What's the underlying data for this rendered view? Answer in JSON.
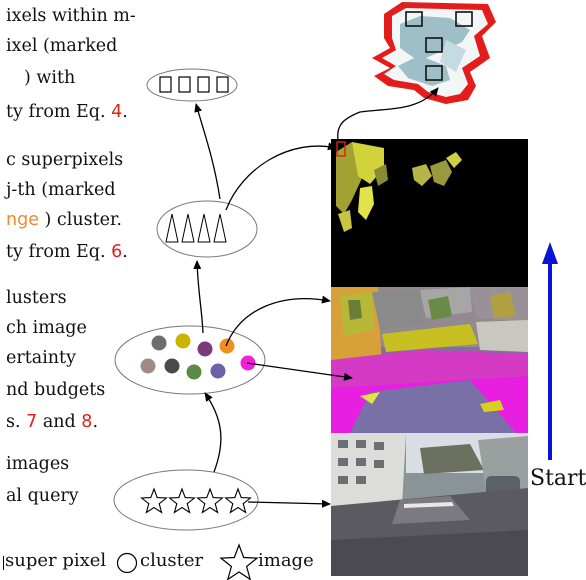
{
  "caption_lines": [
    {
      "pre": "ixels within m-",
      "hl": "",
      "post": "",
      "hl_color": ""
    },
    {
      "pre": "ixel (marked",
      "hl": "",
      "post": "",
      "hl_color": ""
    },
    {
      "pre": ") with",
      "hl": "",
      "post": "",
      "hl_color": ""
    },
    {
      "pre": "ty from Eq. ",
      "hl": "4",
      "post": ".",
      "hl_color": "red"
    },
    {
      "pre": "c superpixels",
      "hl": "",
      "post": "",
      "hl_color": ""
    },
    {
      "pre": "j-th (marked",
      "hl": "",
      "post": "",
      "hl_color": ""
    },
    {
      "pre": "",
      "hl": "nge",
      "post": " ) cluster.",
      "hl_color": "orange"
    },
    {
      "pre": "ty from Eq. ",
      "hl": "6",
      "post": ".",
      "hl_color": "red"
    },
    {
      "pre": "lusters",
      "hl": "",
      "post": "",
      "hl_color": ""
    },
    {
      "pre": "ch image",
      "hl": "",
      "post": "",
      "hl_color": ""
    },
    {
      "pre": "ertainty",
      "hl": "",
      "post": "",
      "hl_color": ""
    },
    {
      "pre": "nd budgets",
      "hl": "",
      "post": "",
      "hl_color": ""
    },
    {
      "pre": "s. ",
      "hl": "7",
      "post": " and ",
      "hl_color": "red",
      "hl2": "8",
      "post2": "."
    },
    {
      "pre": "images",
      "hl": "",
      "post": "",
      "hl_color": ""
    },
    {
      "pre": "al query",
      "hl": "",
      "post": "",
      "hl_color": ""
    }
  ],
  "start_label": "Start",
  "legend": {
    "superpixel": "super pixel",
    "cluster": "cluster",
    "image": "image"
  },
  "colors": {
    "red": "#e0201a",
    "orange": "#f08a2c",
    "arrow_blue": "#0a14d8",
    "cluster_dots": [
      "#6e6e6e",
      "#c9b400",
      "#7b3b7a",
      "#ef8f24",
      "#a08a86",
      "#4a4a4a",
      "#5a8a44",
      "#6a62a4",
      "#f020d8"
    ]
  }
}
